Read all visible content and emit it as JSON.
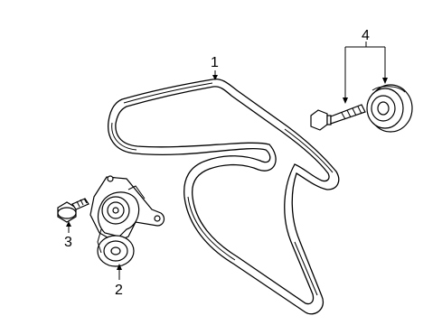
{
  "callouts": {
    "belt": "1",
    "tensioner": "2",
    "tensioner_bolt": "3",
    "idler_pulley_kit": "4"
  },
  "parts": [
    {
      "id": "belt",
      "icon": "serpentine-belt-icon"
    },
    {
      "id": "tensioner",
      "icon": "belt-tensioner-icon"
    },
    {
      "id": "tensioner_bolt",
      "icon": "bolt-icon"
    },
    {
      "id": "idler_bolt",
      "icon": "long-bolt-icon"
    },
    {
      "id": "idler_pulley",
      "icon": "idler-pulley-icon"
    }
  ]
}
